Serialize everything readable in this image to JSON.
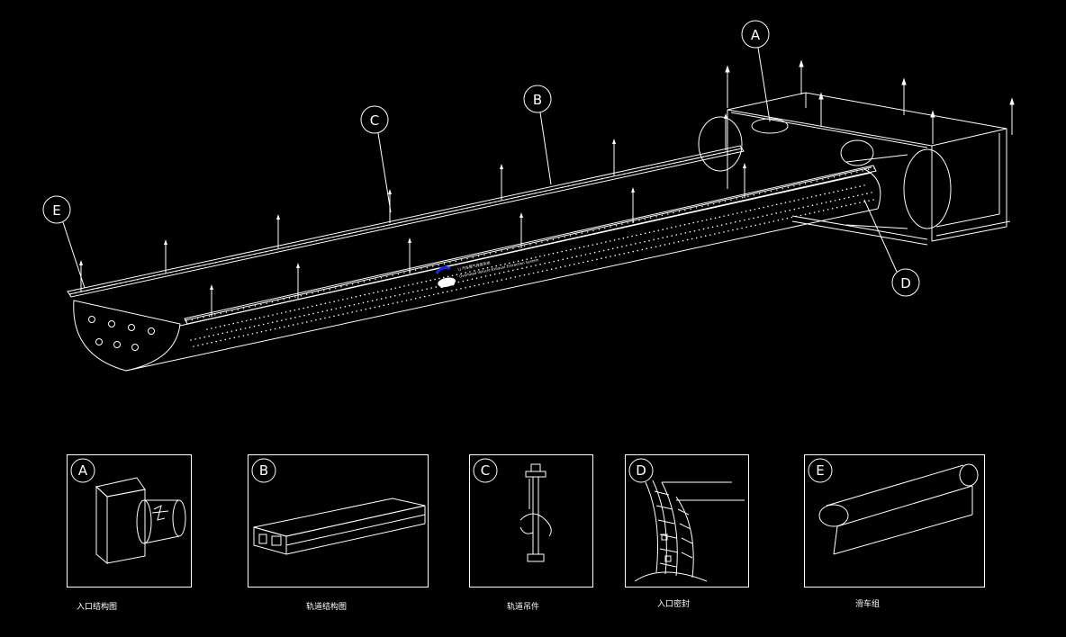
{
  "callouts": {
    "a": "A",
    "b": "B",
    "c": "C",
    "d": "D",
    "e": "E"
  },
  "logo_text": {
    "line1": "LJ 汽车尾气排放系统",
    "line2": "Overhead Vehicle Exhaust Extraction System"
  },
  "details": [
    {
      "letter": "A",
      "caption": "入口结构图"
    },
    {
      "letter": "B",
      "caption": "轨道结构图"
    },
    {
      "letter": "C",
      "caption": "轨道吊件"
    },
    {
      "letter": "D",
      "caption": "入口密封"
    },
    {
      "letter": "E",
      "caption": "滑车组"
    }
  ],
  "colors": {
    "background": "#000000",
    "line": "#ffffff",
    "logo_accent": "#1a2bd6"
  }
}
